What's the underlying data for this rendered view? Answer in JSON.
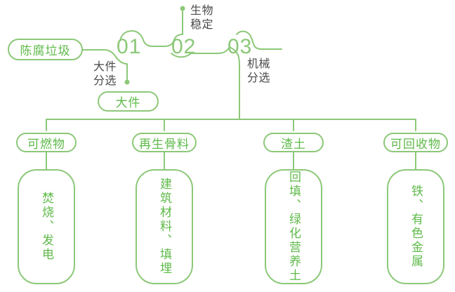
{
  "colors": {
    "line": "#8cc878",
    "text_green": "#5eba49",
    "text_dark": "#4a4a4a"
  },
  "source": {
    "label": "陈腐垃圾"
  },
  "steps": [
    {
      "number": "01",
      "annotation": "大件\n分选",
      "branch_label": "大件"
    },
    {
      "number": "02",
      "annotation": "生物\n稳定"
    },
    {
      "number": "03",
      "annotation": "机械\n分选"
    }
  ],
  "categories": [
    {
      "label": "可燃物",
      "result": "焚烧、发电"
    },
    {
      "label": "再生骨料",
      "result": "建筑材料、填埋"
    },
    {
      "label": "渣土",
      "result": "回填、绿化营养土"
    },
    {
      "label": "可回收物",
      "result": "铁、有色金属"
    }
  ]
}
